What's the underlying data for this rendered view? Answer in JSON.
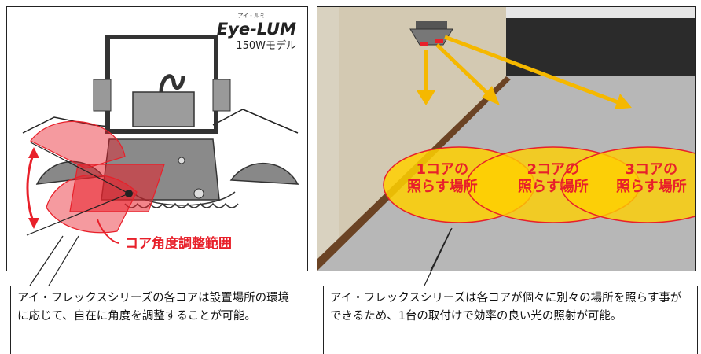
{
  "left": {
    "brand_logo": "Eye-LUM",
    "brand_small": "アイ・ルミ",
    "model": "150Wモデル",
    "range_label": "コア角度調整範囲",
    "caption": "アイ・フレックスシリーズの各コアは設置場所の環境に応じて、自在に角度を調整することが可能。"
  },
  "right": {
    "zones": [
      {
        "line1": "1コアの",
        "line2": "照らす場所"
      },
      {
        "line1": "2コアの",
        "line2": "照らす場所"
      },
      {
        "line1": "3コアの",
        "line2": "照らす場所"
      }
    ],
    "caption": "アイ・フレックスシリーズは各コアが個々に別々の場所を照らす事ができるため、1台の取付けで効率の良い光の照射が可能。"
  },
  "colors": {
    "red": "#e8202a",
    "yellow": "#ffd000",
    "arrow": "#f5b800",
    "wall": "#d9d2c0",
    "floor": "#b7b7b7"
  }
}
